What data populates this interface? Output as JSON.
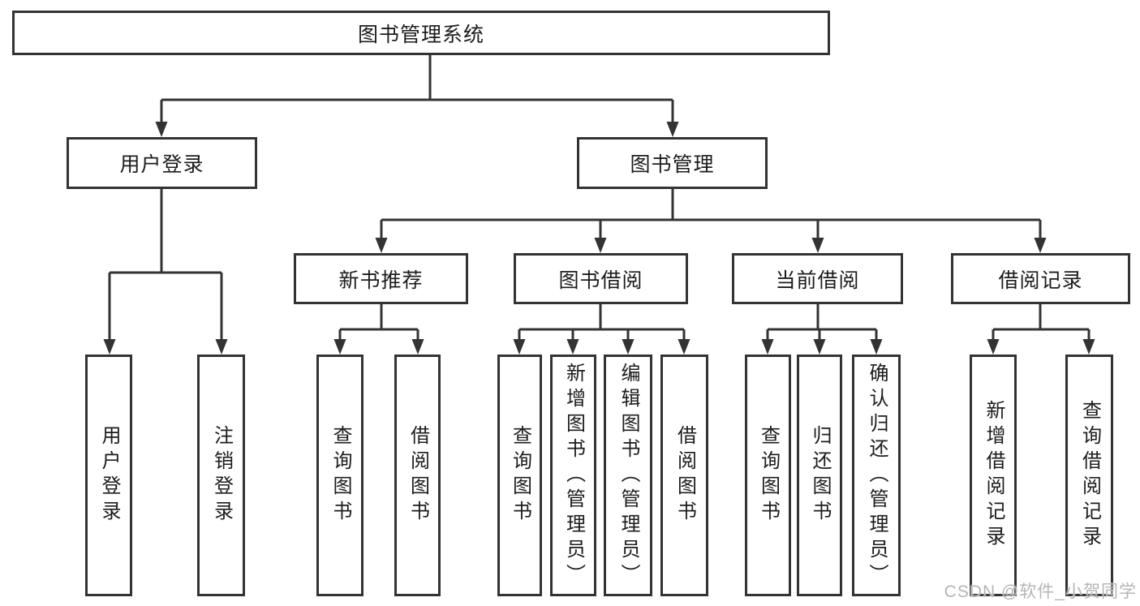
{
  "diagram": {
    "root": {
      "label": "图书管理系统"
    },
    "level2": [
      {
        "label": "用户登录"
      },
      {
        "label": "图书管理"
      }
    ],
    "level3": [
      {
        "label": "新书推荐"
      },
      {
        "label": "图书借阅"
      },
      {
        "label": "当前借阅"
      },
      {
        "label": "借阅记录"
      }
    ],
    "leaves": [
      {
        "label": "用户登录"
      },
      {
        "label": "注销登录"
      },
      {
        "label": "查询图书"
      },
      {
        "label": "借阅图书"
      },
      {
        "label": "查询图书"
      },
      {
        "label": "新增图书（管理员）"
      },
      {
        "label": "编辑图书（管理员）"
      },
      {
        "label": "借阅图书"
      },
      {
        "label": "查询图书"
      },
      {
        "label": "归还图书"
      },
      {
        "label": "确认归还（管理员）"
      },
      {
        "label": "新增借阅记录"
      },
      {
        "label": "查询借阅记录"
      }
    ]
  },
  "watermark": {
    "text": "CSDN @软件_小贺同学"
  },
  "colors": {
    "line": "#333333",
    "text": "#1c1c1c",
    "watermark": "#b5b5b5",
    "background": "#ffffff"
  }
}
